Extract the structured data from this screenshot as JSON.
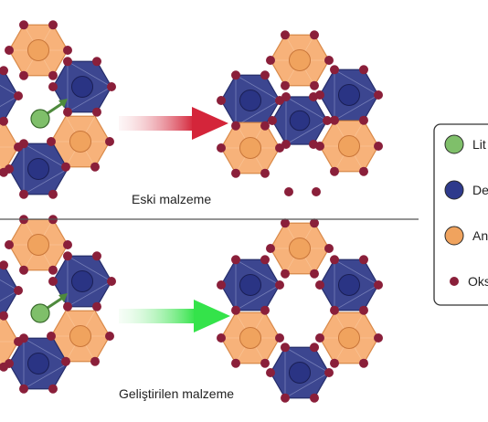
{
  "captions": {
    "old_material": "Eski malzeme",
    "improved_material": "Geliştirilen malzeme"
  },
  "legend": [
    {
      "label": "Lit",
      "icon": "lithium-circle-icon",
      "color": "#7fbf6a"
    },
    {
      "label": "De",
      "icon": "defect-circle-icon",
      "color": "#2e3a8c"
    },
    {
      "label": "An",
      "icon": "anion-circle-icon",
      "color": "#f0a35e"
    },
    {
      "label": "Oks",
      "icon": "oxygen-dot-icon",
      "color": "#8a1f3a"
    }
  ],
  "colors": {
    "orange_hex": "#f7b27a",
    "orange_center": "#f0a35e",
    "blue_hex": "#3c4690",
    "blue_center": "#2a3484",
    "oxygen": "#8a1f3a",
    "lithium": "#7fbf6a",
    "arrow_red": "#d4253a",
    "arrow_green": "#34e34a",
    "divider": "#555555"
  }
}
